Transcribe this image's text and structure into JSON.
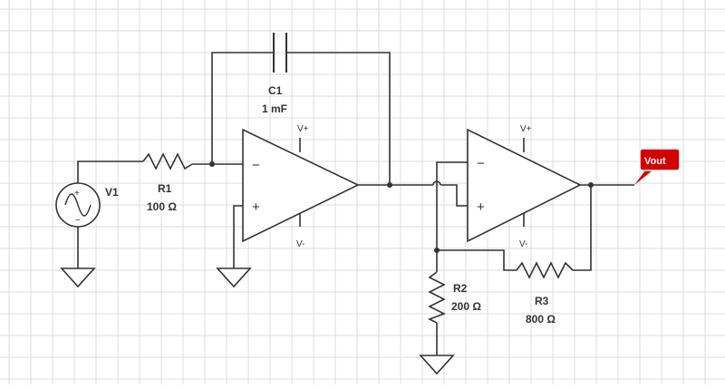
{
  "diagram": {
    "grid_color": "#dcdcdc",
    "wire_color": "#333333",
    "output_tag_color": "#d40000",
    "components": {
      "v1": {
        "name": "V1"
      },
      "r1": {
        "name": "R1",
        "value": "100 Ω"
      },
      "c1": {
        "name": "C1",
        "value": "1 mF"
      },
      "r2": {
        "name": "R2",
        "value": "200 Ω"
      },
      "r3": {
        "name": "R3",
        "value": "800 Ω"
      }
    },
    "opamp1": {
      "plus_supply": "V+",
      "minus_supply": "V-",
      "inv": "−",
      "noninv": "+"
    },
    "opamp2": {
      "plus_supply": "V+",
      "minus_supply": "V-",
      "inv": "−",
      "noninv": "+"
    },
    "output": {
      "label": "Vout"
    }
  }
}
